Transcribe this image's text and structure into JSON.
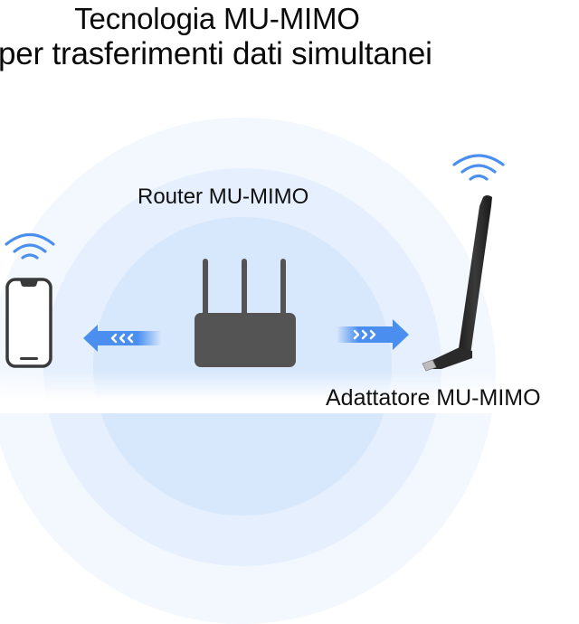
{
  "title": {
    "line1": "Tecnologia MU-MIMO",
    "line2": "per trasferimenti dati simultanei"
  },
  "labels": {
    "router": "Router MU-MIMO",
    "adapter": "Adattatore MU-MIMO"
  },
  "icons": {
    "phone": "smartphone-icon",
    "phone_wifi": "wifi-icon",
    "router": "router-icon",
    "adapter": "usb-wifi-adapter-icon",
    "adapter_wifi": "wifi-icon",
    "left_arrow": "arrow-left-icon",
    "right_arrow": "arrow-right-icon"
  },
  "colors": {
    "accent_blue": "#4a8ff0",
    "device_dark": "#545454",
    "circle_outer": "#f3f8fe",
    "circle_mid": "#e5effd",
    "circle_inner": "#d7e7fc",
    "text": "#0a0a0a"
  }
}
